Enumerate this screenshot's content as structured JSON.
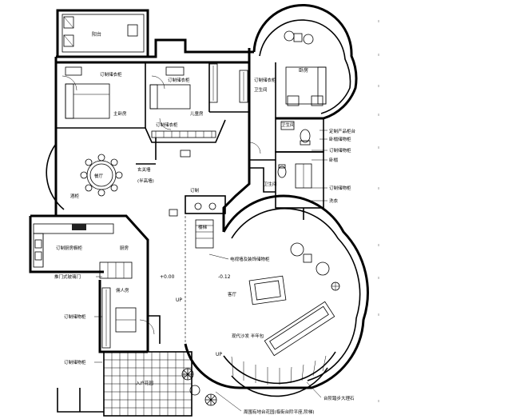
{
  "labels": {
    "balcony": "阳台",
    "wardrobe_top_left": "订制储衣柜",
    "master_room": "主卧房",
    "child_room": "儿童房",
    "wardrobe_mid": "订制储衣柜",
    "bedroom": "卧房",
    "wardrobe_bath": "订制储衣柜",
    "bathroom": "卫生间",
    "private_bath": "卫生间",
    "custom_cab_1": "定制产品柜台",
    "custom_cab_2": "卧榻储物柜",
    "custom_cab_3": "订制储物柜",
    "custom_cab_4": "卧榻",
    "custom_cab_5": "订制储物柜",
    "laundry": "洗衣",
    "dining": "餐厅",
    "partition": "玄关墙",
    "partition_sub": "(半高墙)",
    "sideboard": "酒柜",
    "counter": "订制",
    "kitchen": "厨房",
    "kitchen_cab": "订制厨房橱柜",
    "glass_door": "推门式玻璃门",
    "utility": "佣人房",
    "storage_1": "订制储物柜",
    "storage_2": "订制储物柜",
    "entrance": "入户花园",
    "shelf": "楼梯",
    "feature_wall": "电视墙及装饰储物柜",
    "level_1": "+0.00",
    "level_2": "-0.12",
    "living": "客厅",
    "up_1": "UP",
    "up_2": "UP",
    "sofa": "现代沙发 半年包",
    "stair_note": "台阶踏步大理石",
    "bottom_note": "周围有地台花园(临街台阶平座,阶梯)"
  },
  "icons": {
    "dining_table": "round-dining-table-icon",
    "toilet": "toilet-icon",
    "bed": "double-bed-icon",
    "plant": "potted-plant-icon",
    "sofa": "sofa-icon"
  }
}
